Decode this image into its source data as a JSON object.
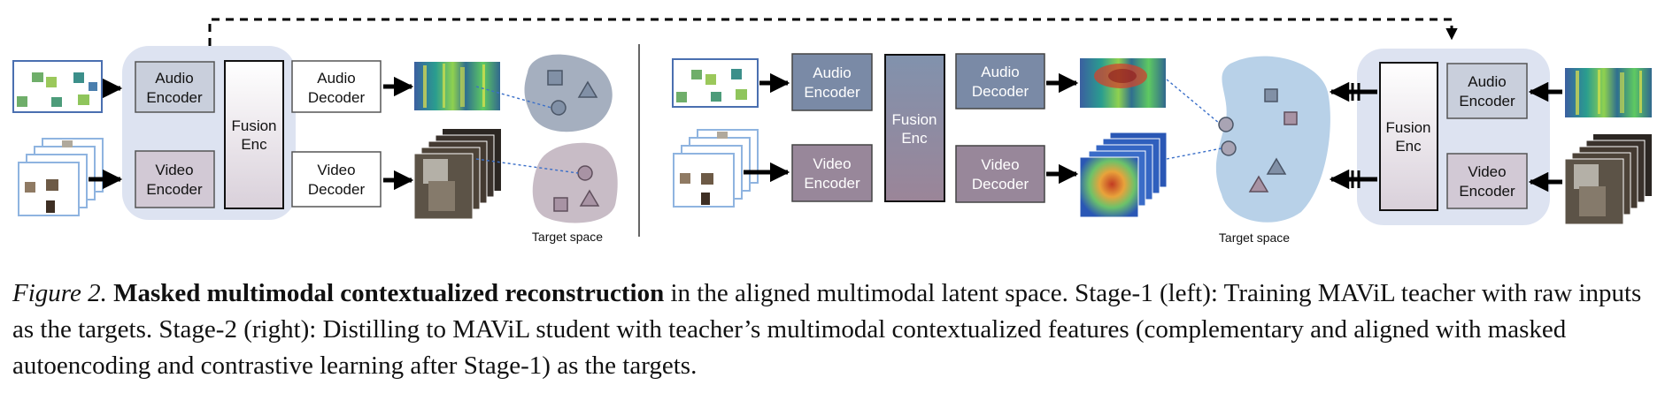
{
  "stage1": {
    "audio_encoder": [
      "Audio",
      "Encoder"
    ],
    "video_encoder": [
      "Video",
      "Encoder"
    ],
    "fusion_enc": [
      "Fusion",
      "Enc"
    ],
    "audio_decoder": [
      "Audio",
      "Decoder"
    ],
    "video_decoder": [
      "Video",
      "Decoder"
    ],
    "target_space_label": "Target space"
  },
  "stage2": {
    "audio_encoder": [
      "Audio",
      "Encoder"
    ],
    "video_encoder": [
      "Video",
      "Encoder"
    ],
    "fusion_enc": [
      "Fusion",
      "Enc"
    ],
    "audio_decoder": [
      "Audio",
      "Decoder"
    ],
    "video_decoder": [
      "Video",
      "Decoder"
    ],
    "target_space_label": "Target space"
  },
  "teacher": {
    "fusion_enc": [
      "Fusion",
      "Enc"
    ],
    "audio_encoder": [
      "Audio",
      "Encoder"
    ],
    "video_encoder": [
      "Video",
      "Encoder"
    ]
  },
  "caption": {
    "label": "Figure 2.",
    "bold": "Masked multimodal contextualized reconstruction",
    "text": " in the aligned multimodal latent space. Stage-1 (left): Training MAViL teacher with raw inputs as the targets. Stage-2 (right): Distilling to MAViL student with teacher’s multimodal contextualized features (complementary and aligned with masked autoencoding and contrastive learning after Stage-1) as the targets."
  },
  "colors": {
    "panel": "#dde3f1",
    "box_blue": "#7a8aa6",
    "box_mauve": "#98879a",
    "target_grey": "#a5afbf",
    "target_mauve": "#c8bcc6",
    "target_blue": "#b8d1e8"
  }
}
